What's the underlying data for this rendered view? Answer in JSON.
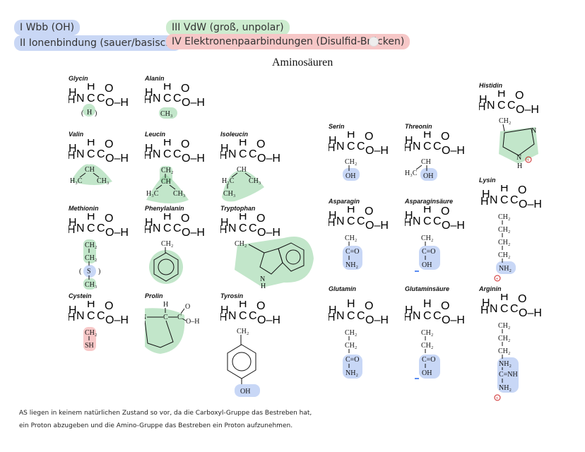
{
  "legend": {
    "i": "I Wbb (OH)",
    "ii": "II Ionenbindung (sauer/basisch)",
    "iii": "III VdW (groß, unpolar)",
    "iv": "IV Elektronenpaarbindungen (Disulfid-Brücken)"
  },
  "colors": {
    "green": "#cdeccf",
    "blue": "#c9d7f5",
    "red": "#f6c7c7"
  },
  "title": "Aminosäuren",
  "aminos": {
    "glycin": "Glycin",
    "alanin": "Alanin",
    "valin": "Valin",
    "leucin": "Leucin",
    "isoleucin": "Isoleucin",
    "methionin": "Methionin",
    "phenylalanin": "Phenylalanin",
    "tryptophan": "Tryptophan",
    "cystein": "Cystein",
    "prolin": "Prolin",
    "tyrosin": "Tyrosin",
    "serin": "Serin",
    "threonin": "Threonin",
    "asparagin": "Asparagin",
    "asparaginsaeure": "Asparaginsäure",
    "glutamin": "Glutamin",
    "glutaminsaeure": "Glutaminsäure",
    "histidin": "Histidin",
    "lysin": "Lysin",
    "arginin": "Arginin"
  },
  "footnote": {
    "line1": "AS liegen in keinem natürlichen Zustand so vor, da die Carboxyl-Gruppe das Bestreben hat,",
    "line2": "ein Proton abzugeben und die Amino-Gruppe das Bestreben ein Proton aufzunehmen."
  }
}
